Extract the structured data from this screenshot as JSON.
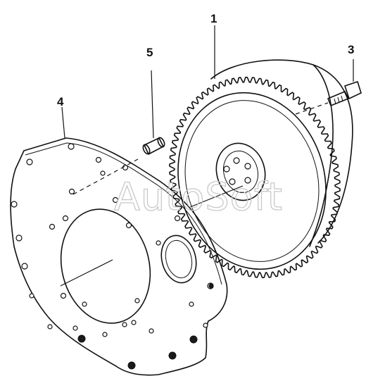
{
  "callouts": {
    "flywheel": "1",
    "bolt": "3",
    "plate": "4",
    "dowel": "5"
  },
  "watermark": "AutoSoft"
}
